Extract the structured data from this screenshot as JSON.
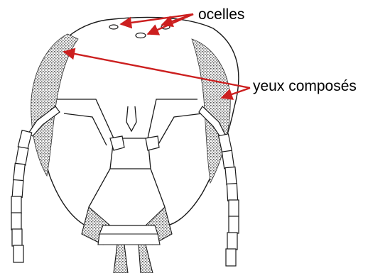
{
  "labels": {
    "ocelles": "ocelles",
    "compound_eyes": "yeux composés"
  },
  "colors": {
    "annotation_arrow": "#cc1f1f",
    "outline": "#1a1a1a",
    "eye_shading": "#6e6e6e",
    "background": "#ffffff"
  },
  "icons": {
    "subject": "ant-head-front-view"
  }
}
